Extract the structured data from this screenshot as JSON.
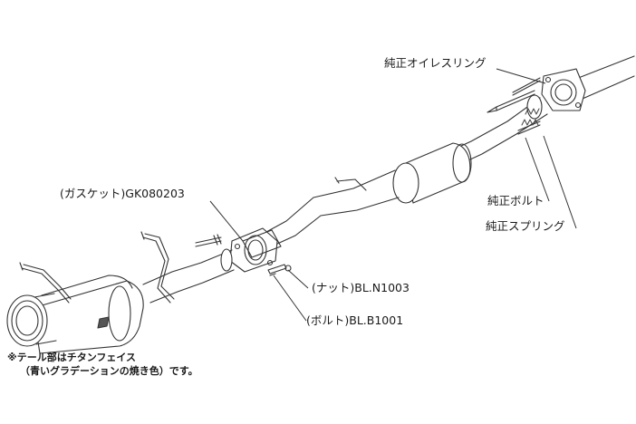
{
  "labels": {
    "oil_ring": "純正オイレスリング",
    "gasket": "(ガスケット)GK080203",
    "bolt_genuine": "純正ボルト",
    "spring_genuine": "純正スプリング",
    "nut": "(ナット)BL.N1003",
    "bolt": "(ボルト)BL.B1001"
  },
  "note": {
    "line1": "※テール部はチタンフェイス",
    "line2": "（青いグラデーションの焼き色）です。"
  }
}
